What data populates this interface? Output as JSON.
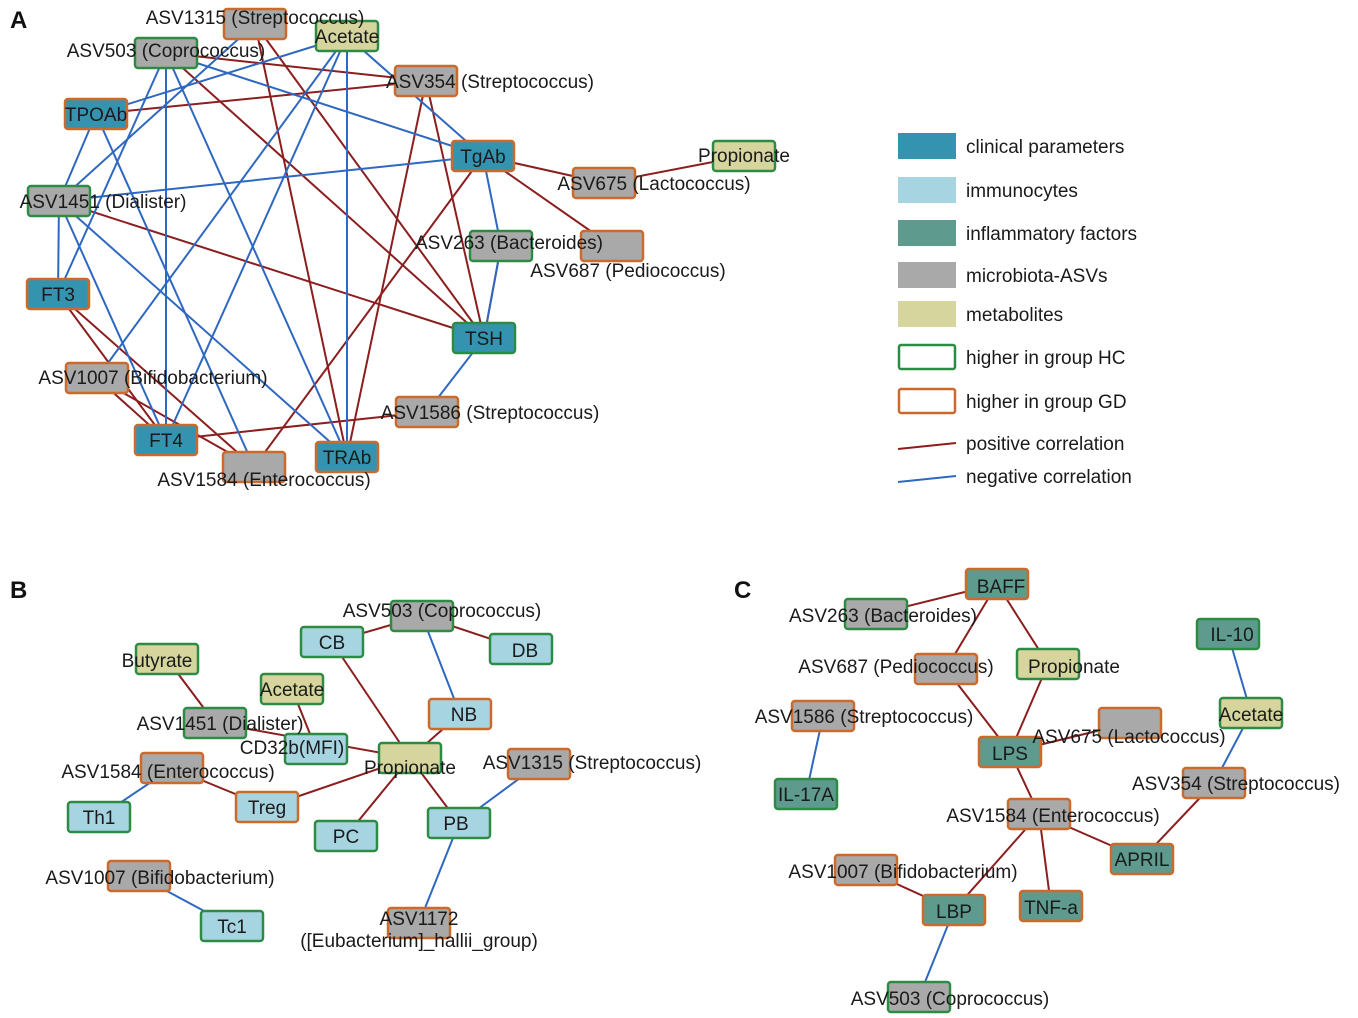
{
  "colors": {
    "clinical": "#3494b0",
    "immunocyte": "#a6d4e1",
    "inflammatory": "#5e9b8e",
    "microbiota": "#a9a9a9",
    "metabolite": "#d6d59e",
    "hc_border": "#2e8b44",
    "gd_border": "#cc6a2c",
    "positive": "#8b1e1e",
    "negative": "#2f68c0"
  },
  "legend": [
    {
      "kind": "fill",
      "category": "clinical",
      "label": "clinical parameters"
    },
    {
      "kind": "fill",
      "category": "immunocyte",
      "label": "immunocytes"
    },
    {
      "kind": "fill",
      "category": "inflammatory",
      "label": "inflammatory factors"
    },
    {
      "kind": "fill",
      "category": "microbiota",
      "label": "microbiota-ASVs"
    },
    {
      "kind": "fill",
      "category": "metabolite",
      "label": "metabolites"
    },
    {
      "kind": "border",
      "group": "HC",
      "label": "higher in group HC"
    },
    {
      "kind": "border",
      "group": "GD",
      "label": "higher in group GD"
    },
    {
      "kind": "line",
      "sign": "pos",
      "label": "positive correlation"
    },
    {
      "kind": "line",
      "sign": "neg",
      "label": "negative correlation"
    }
  ],
  "panels": [
    {
      "letter": "A",
      "nodes": [
        {
          "id": "A_asv1315",
          "cat": "microbiota",
          "grp": "GD",
          "label": "ASV1315 (Streptococcus)"
        },
        {
          "id": "A_acetate",
          "cat": "metabolite",
          "grp": "HC",
          "label": "Acetate"
        },
        {
          "id": "A_asv503",
          "cat": "microbiota",
          "grp": "HC",
          "label": "ASV503 (Coprococcus)"
        },
        {
          "id": "A_asv354",
          "cat": "microbiota",
          "grp": "GD",
          "label": "ASV354 (Streptococcus)"
        },
        {
          "id": "A_tpoab",
          "cat": "clinical",
          "grp": "GD",
          "label": "TPOAb"
        },
        {
          "id": "A_tgab",
          "cat": "clinical",
          "grp": "GD",
          "label": "TgAb"
        },
        {
          "id": "A_propionate",
          "cat": "metabolite",
          "grp": "HC",
          "label": "Propionate"
        },
        {
          "id": "A_asv675",
          "cat": "microbiota",
          "grp": "GD",
          "label": "ASV675 (Lactococcus)"
        },
        {
          "id": "A_asv1451",
          "cat": "microbiota",
          "grp": "HC",
          "label": "ASV1451 (Dialister)"
        },
        {
          "id": "A_asv263",
          "cat": "microbiota",
          "grp": "HC",
          "label": "ASV263 (Bacteroides)"
        },
        {
          "id": "A_asv687",
          "cat": "microbiota",
          "grp": "GD",
          "label": "ASV687 (Pediococcus)"
        },
        {
          "id": "A_ft3",
          "cat": "clinical",
          "grp": "GD",
          "label": "FT3"
        },
        {
          "id": "A_tsh",
          "cat": "clinical",
          "grp": "HC",
          "label": "TSH"
        },
        {
          "id": "A_asv1007",
          "cat": "microbiota",
          "grp": "GD",
          "label": "ASV1007 (Bifidobacterium)"
        },
        {
          "id": "A_asv1586",
          "cat": "microbiota",
          "grp": "GD",
          "label": "ASV1586 (Streptococcus)"
        },
        {
          "id": "A_ft4",
          "cat": "clinical",
          "grp": "GD",
          "label": "FT4"
        },
        {
          "id": "A_asv1584",
          "cat": "microbiota",
          "grp": "GD",
          "label": "ASV1584 (Enterococcus)"
        },
        {
          "id": "A_trab",
          "cat": "clinical",
          "grp": "GD",
          "label": "TRAb"
        }
      ],
      "edges": [
        [
          "A_asv503",
          "A_asv354",
          "pos"
        ],
        [
          "A_asv503",
          "A_tsh",
          "pos"
        ],
        [
          "A_asv1315",
          "A_tsh",
          "pos"
        ],
        [
          "A_tpoab",
          "A_asv354",
          "pos"
        ],
        [
          "A_tgab",
          "A_asv675",
          "pos"
        ],
        [
          "A_asv675",
          "A_propionate",
          "pos"
        ],
        [
          "A_tgab",
          "A_asv687",
          "pos"
        ],
        [
          "A_asv263",
          "A_tsh",
          "pos"
        ],
        [
          "A_asv1451",
          "A_tsh",
          "pos"
        ],
        [
          "A_ft3",
          "A_ft4",
          "pos"
        ],
        [
          "A_ft3",
          "A_asv1584",
          "pos"
        ],
        [
          "A_asv1007",
          "A_ft4",
          "pos"
        ],
        [
          "A_asv1007",
          "A_asv1584",
          "pos"
        ],
        [
          "A_ft4",
          "A_asv1586",
          "pos"
        ],
        [
          "A_tgab",
          "A_asv1584",
          "pos"
        ],
        [
          "A_asv354",
          "A_trab",
          "pos"
        ],
        [
          "A_asv1315",
          "A_trab",
          "pos"
        ],
        [
          "A_asv354",
          "A_tsh",
          "pos"
        ],
        [
          "A_asv503",
          "A_ft3",
          "neg"
        ],
        [
          "A_asv503",
          "A_ft4",
          "neg"
        ],
        [
          "A_asv503",
          "A_trab",
          "neg"
        ],
        [
          "A_asv503",
          "A_tgab",
          "neg"
        ],
        [
          "A_acetate",
          "A_tpoab",
          "neg"
        ],
        [
          "A_acetate",
          "A_tgab",
          "neg"
        ],
        [
          "A_acetate",
          "A_trab",
          "neg"
        ],
        [
          "A_acetate",
          "A_ft4",
          "neg"
        ],
        [
          "A_acetate",
          "A_asv1007",
          "neg"
        ],
        [
          "A_asv1315",
          "A_asv1451",
          "neg"
        ],
        [
          "A_asv1451",
          "A_tgab",
          "neg"
        ],
        [
          "A_tpoab",
          "A_asv1451",
          "neg"
        ],
        [
          "A_tpoab",
          "A_asv1584",
          "neg"
        ],
        [
          "A_asv1451",
          "A_ft3",
          "neg"
        ],
        [
          "A_asv1451",
          "A_trab",
          "neg"
        ],
        [
          "A_tgab",
          "A_asv263",
          "neg"
        ],
        [
          "A_asv263",
          "A_tsh",
          "neg"
        ],
        [
          "A_asv1451",
          "A_ft4",
          "neg"
        ],
        [
          "A_tsh",
          "A_asv1586",
          "neg"
        ]
      ]
    },
    {
      "letter": "B",
      "nodes": [
        {
          "id": "B_asv503",
          "cat": "microbiota",
          "grp": "HC",
          "label": "ASV503 (Coprococcus)"
        },
        {
          "id": "B_cb",
          "cat": "immunocyte",
          "grp": "HC",
          "label": "CB"
        },
        {
          "id": "B_db",
          "cat": "immunocyte",
          "grp": "HC",
          "label": "DB"
        },
        {
          "id": "B_butyrate",
          "cat": "metabolite",
          "grp": "HC",
          "label": "Butyrate"
        },
        {
          "id": "B_acetate",
          "cat": "metabolite",
          "grp": "HC",
          "label": "Acetate"
        },
        {
          "id": "B_nb",
          "cat": "immunocyte",
          "grp": "GD",
          "label": "NB"
        },
        {
          "id": "B_asv1451",
          "cat": "microbiota",
          "grp": "HC",
          "label": "ASV1451 (Dialister)"
        },
        {
          "id": "B_cd32b",
          "cat": "immunocyte",
          "grp": "HC",
          "label": "CD32b(MFI)"
        },
        {
          "id": "B_propionate",
          "cat": "metabolite",
          "grp": "HC",
          "label": "Propionate"
        },
        {
          "id": "B_asv1315",
          "cat": "microbiota",
          "grp": "GD",
          "label": "ASV1315 (Streptococcus)"
        },
        {
          "id": "B_asv1584",
          "cat": "microbiota",
          "grp": "GD",
          "label": "ASV1584 (Enterococcus)"
        },
        {
          "id": "B_treg",
          "cat": "immunocyte",
          "grp": "GD",
          "label": "Treg"
        },
        {
          "id": "B_th1",
          "cat": "immunocyte",
          "grp": "HC",
          "label": "Th1"
        },
        {
          "id": "B_pc",
          "cat": "immunocyte",
          "grp": "HC",
          "label": "PC"
        },
        {
          "id": "B_pb",
          "cat": "immunocyte",
          "grp": "HC",
          "label": "PB"
        },
        {
          "id": "B_asv1007",
          "cat": "microbiota",
          "grp": "GD",
          "label": "ASV1007 (Bifidobacterium)"
        },
        {
          "id": "B_tc1",
          "cat": "immunocyte",
          "grp": "HC",
          "label": "Tc1"
        },
        {
          "id": "B_asv1172",
          "cat": "microbiota",
          "grp": "GD",
          "label": "ASV1172",
          "label2": "([Eubacterium]_hallii_group)"
        }
      ],
      "edges": [
        [
          "B_asv503",
          "B_cb",
          "pos"
        ],
        [
          "B_asv503",
          "B_db",
          "pos"
        ],
        [
          "B_cb",
          "B_propionate",
          "pos"
        ],
        [
          "B_butyrate",
          "B_asv1451",
          "pos"
        ],
        [
          "B_acetate",
          "B_cd32b",
          "pos"
        ],
        [
          "B_asv1451",
          "B_propionate",
          "pos"
        ],
        [
          "B_nb",
          "B_propionate",
          "pos"
        ],
        [
          "B_propionate",
          "B_treg",
          "pos"
        ],
        [
          "B_propionate",
          "B_pc",
          "pos"
        ],
        [
          "B_propionate",
          "B_pb",
          "pos"
        ],
        [
          "B_asv1584",
          "B_treg",
          "pos"
        ],
        [
          "B_asv503",
          "B_nb",
          "neg"
        ],
        [
          "B_asv1584",
          "B_th1",
          "neg"
        ],
        [
          "B_asv1007",
          "B_tc1",
          "neg"
        ],
        [
          "B_pb",
          "B_asv1315",
          "neg"
        ],
        [
          "B_pb",
          "B_asv1172",
          "neg"
        ]
      ]
    },
    {
      "letter": "C",
      "nodes": [
        {
          "id": "C_baff",
          "cat": "inflammatory",
          "grp": "GD",
          "label": "BAFF"
        },
        {
          "id": "C_asv263",
          "cat": "microbiota",
          "grp": "HC",
          "label": "ASV263 (Bacteroides)"
        },
        {
          "id": "C_il10",
          "cat": "inflammatory",
          "grp": "HC",
          "label": "IL-10"
        },
        {
          "id": "C_asv687",
          "cat": "microbiota",
          "grp": "GD",
          "label": "ASV687 (Pediococcus)"
        },
        {
          "id": "C_propionate",
          "cat": "metabolite",
          "grp": "HC",
          "label": "Propionate"
        },
        {
          "id": "C_asv1586",
          "cat": "microbiota",
          "grp": "GD",
          "label": "ASV1586 (Streptococcus)"
        },
        {
          "id": "C_asv675",
          "cat": "microbiota",
          "grp": "GD",
          "label": "ASV675 (Lactococcus)"
        },
        {
          "id": "C_acetate",
          "cat": "metabolite",
          "grp": "HC",
          "label": "Acetate"
        },
        {
          "id": "C_lps",
          "cat": "inflammatory",
          "grp": "GD",
          "label": "LPS"
        },
        {
          "id": "C_il17a",
          "cat": "inflammatory",
          "grp": "HC",
          "label": "IL-17A"
        },
        {
          "id": "C_asv354",
          "cat": "microbiota",
          "grp": "GD",
          "label": "ASV354 (Streptococcus)"
        },
        {
          "id": "C_asv1584",
          "cat": "microbiota",
          "grp": "GD",
          "label": "ASV1584 (Enterococcus)"
        },
        {
          "id": "C_april",
          "cat": "inflammatory",
          "grp": "GD",
          "label": "APRIL"
        },
        {
          "id": "C_asv1007",
          "cat": "microbiota",
          "grp": "GD",
          "label": "ASV1007 (Bifidobacterium)"
        },
        {
          "id": "C_lbp",
          "cat": "inflammatory",
          "grp": "GD",
          "label": "LBP"
        },
        {
          "id": "C_tnfa",
          "cat": "inflammatory",
          "grp": "GD",
          "label": "TNF-a"
        },
        {
          "id": "C_asv503",
          "cat": "microbiota",
          "grp": "HC",
          "label": "ASV503 (Coprococcus)"
        }
      ],
      "edges": [
        [
          "C_baff",
          "C_asv263",
          "pos"
        ],
        [
          "C_baff",
          "C_asv687",
          "pos"
        ],
        [
          "C_baff",
          "C_propionate",
          "pos"
        ],
        [
          "C_asv687",
          "C_lps",
          "pos"
        ],
        [
          "C_propionate",
          "C_lps",
          "pos"
        ],
        [
          "C_lps",
          "C_asv675",
          "pos"
        ],
        [
          "C_lps",
          "C_asv1584",
          "pos"
        ],
        [
          "C_asv1584",
          "C_april",
          "pos"
        ],
        [
          "C_asv1584",
          "C_tnfa",
          "pos"
        ],
        [
          "C_asv1584",
          "C_lbp",
          "pos"
        ],
        [
          "C_asv1007",
          "C_lbp",
          "pos"
        ],
        [
          "C_april",
          "C_asv354",
          "pos"
        ],
        [
          "C_il10",
          "C_acetate",
          "neg"
        ],
        [
          "C_acetate",
          "C_asv354",
          "neg"
        ],
        [
          "C_asv1586",
          "C_il17a",
          "neg"
        ],
        [
          "C_lbp",
          "C_asv503",
          "neg"
        ]
      ]
    }
  ]
}
